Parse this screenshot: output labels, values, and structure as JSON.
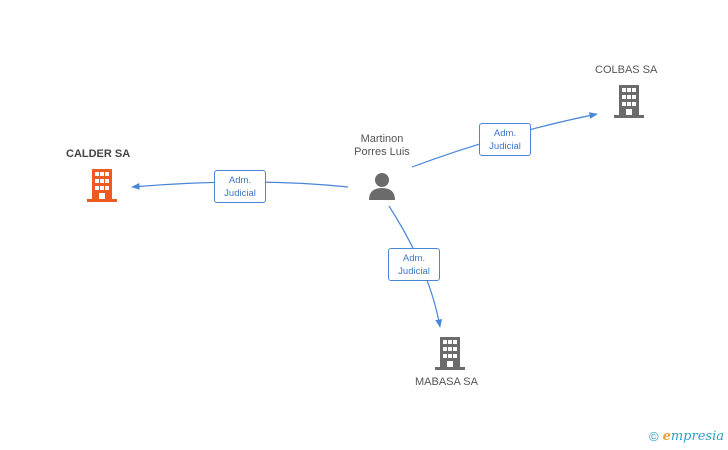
{
  "person": {
    "name_line1": "Martinon",
    "name_line2": "Porres Luis"
  },
  "companies": [
    {
      "name": "CALDER SA",
      "main": true,
      "color": "#ee5a24"
    },
    {
      "name": "COLBAS SA",
      "main": false,
      "color": "#6b6b6b"
    },
    {
      "name": "MABASA SA",
      "main": false,
      "color": "#6b6b6b"
    }
  ],
  "edges": [
    {
      "line1": "Adm.",
      "line2": "Judicial",
      "to": "CALDER SA"
    },
    {
      "line1": "Adm.",
      "line2": "Judicial",
      "to": "COLBAS SA"
    },
    {
      "line1": "Adm.",
      "line2": "Judicial",
      "to": "MABASA SA"
    }
  ],
  "colors": {
    "edge": "#4a86d8",
    "person_icon": "#6b6b6b"
  },
  "brand": {
    "copyright": "©",
    "name_initial": "e",
    "name_rest": "mpresia"
  }
}
